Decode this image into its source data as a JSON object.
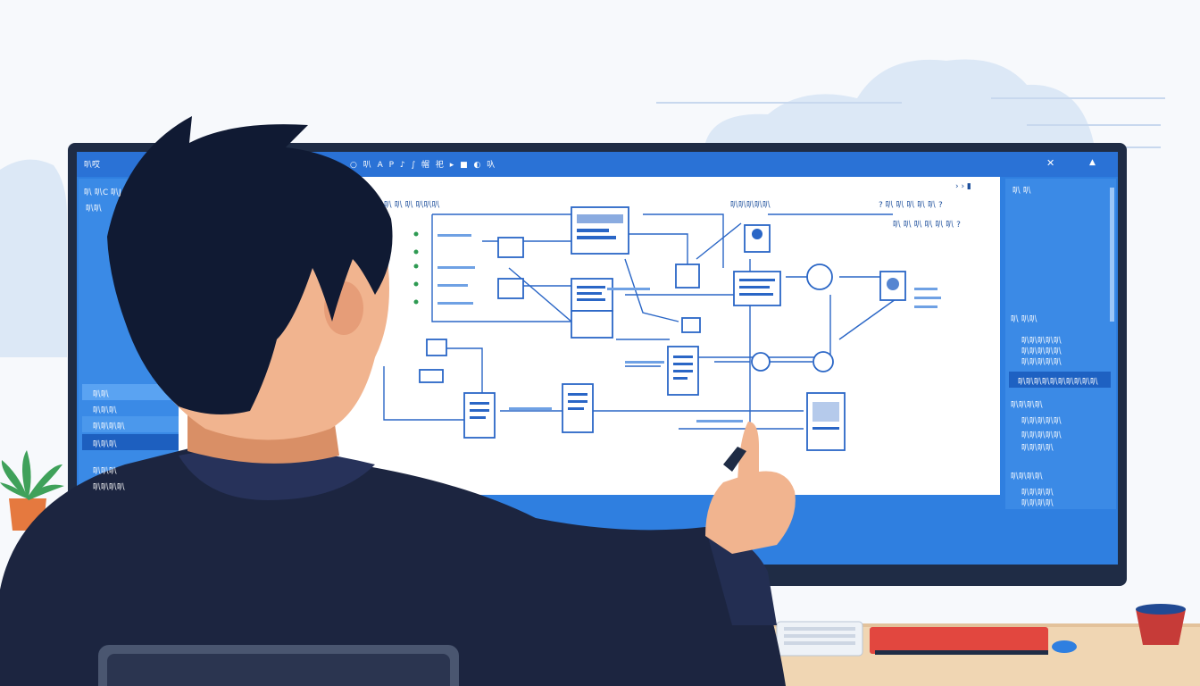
{
  "colors": {
    "wall": "#f7f9fc",
    "cloud": "#dce8f6",
    "bezel": "#1f2c45",
    "screen_blue": "#2f7fe0",
    "canvas": "#ffffff",
    "diagram_line": "#2a66c6",
    "hair": "#101a33",
    "jacket": "#1c2540",
    "skin": "#f1b48f",
    "desk": "#f0d6b3",
    "red_pad": "#e2473f",
    "plant_green": "#3fa15a",
    "pot": "#e5793f",
    "cup": "#c63b38"
  },
  "screen": {
    "titlebar": {
      "app_label": "叭哎",
      "menu_glyphs": "○ 叭 A P ♪ ∫ 帽 祀 ▸ ■ ◐ 叺",
      "close_glyph": "✕",
      "pin_glyph": "▲"
    },
    "left_sidebar": {
      "header": "叭 叭C 叭J",
      "section": "叭叭",
      "items": [
        "叭叭",
        "叭叭叭",
        "叭叭叭叭",
        "叭叭叭",
        "叭叭叭",
        "叭叭叭叭"
      ]
    },
    "canvas": {
      "top_left_label": "叭 叭 叭 叭叭叭",
      "top_center_label": "叭叭叭叭叭",
      "top_right_labels": [
        "? 叭 叭 叭 叭 叭 ?",
        "叭 叭 叭 叭 叭 叭 ?"
      ],
      "nav_glyphs": "› › ▮"
    },
    "right_panel": {
      "header": "叭 叭",
      "section_1": "叭 叭叭",
      "rows_1": [
        "叭叭叭叭叭",
        "叭叭叭叭叭",
        "叭叭叭叭叭"
      ],
      "highlight_row": "叭叭叭叭叭叭叭叭叭叭",
      "section_2": "叭叭叭叭",
      "rows_2": [
        "叭叭叭叭叭",
        "叭叭叭叭叭",
        "叭叭叭叭"
      ],
      "section_3": "叭叭叭叭",
      "rows_3": [
        "叭叭叭叭",
        "叭叭叭叭"
      ]
    }
  }
}
